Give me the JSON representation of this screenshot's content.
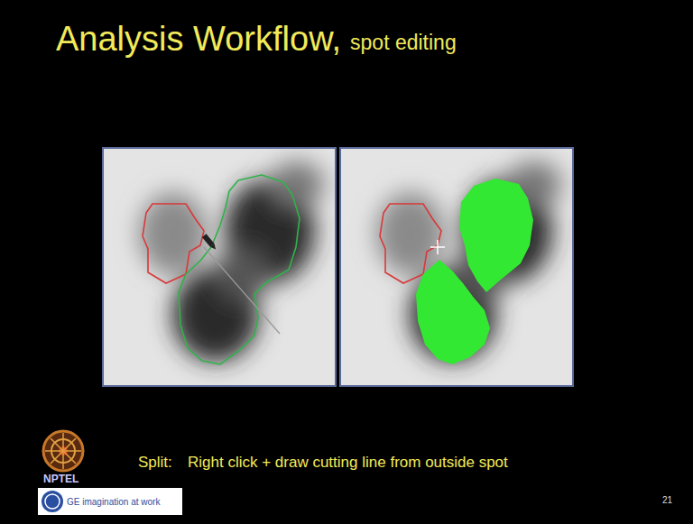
{
  "diagram": {
    "title": "Analysis Workflow,",
    "labels": [
      "spot editing",
      "Split:",
      "Right click + draw cutting line from outside spot",
      "NPTEL",
      "GE imagination at work",
      "21"
    ]
  }
}
